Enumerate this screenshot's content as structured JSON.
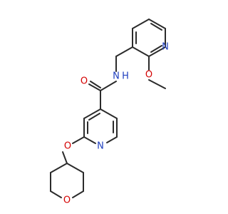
{
  "molecule": {
    "atoms": [
      {
        "id": "n_ring_top",
        "label": "N",
        "color": "#1f3fbf"
      },
      {
        "id": "o_methoxy",
        "label": "O",
        "color": "#d40000"
      },
      {
        "id": "n_amide",
        "label": "N",
        "color": "#1f3fbf"
      },
      {
        "id": "h_amide",
        "label": "H",
        "color": "#1f3fbf"
      },
      {
        "id": "o_carbonyl",
        "label": "O",
        "color": "#d40000"
      },
      {
        "id": "n_ring_mid",
        "label": "N",
        "color": "#1f3fbf"
      },
      {
        "id": "o_ether",
        "label": "O",
        "color": "#d40000"
      },
      {
        "id": "o_oxane",
        "label": "O",
        "color": "#d40000"
      }
    ],
    "bond_color": "#2b2b2b"
  }
}
